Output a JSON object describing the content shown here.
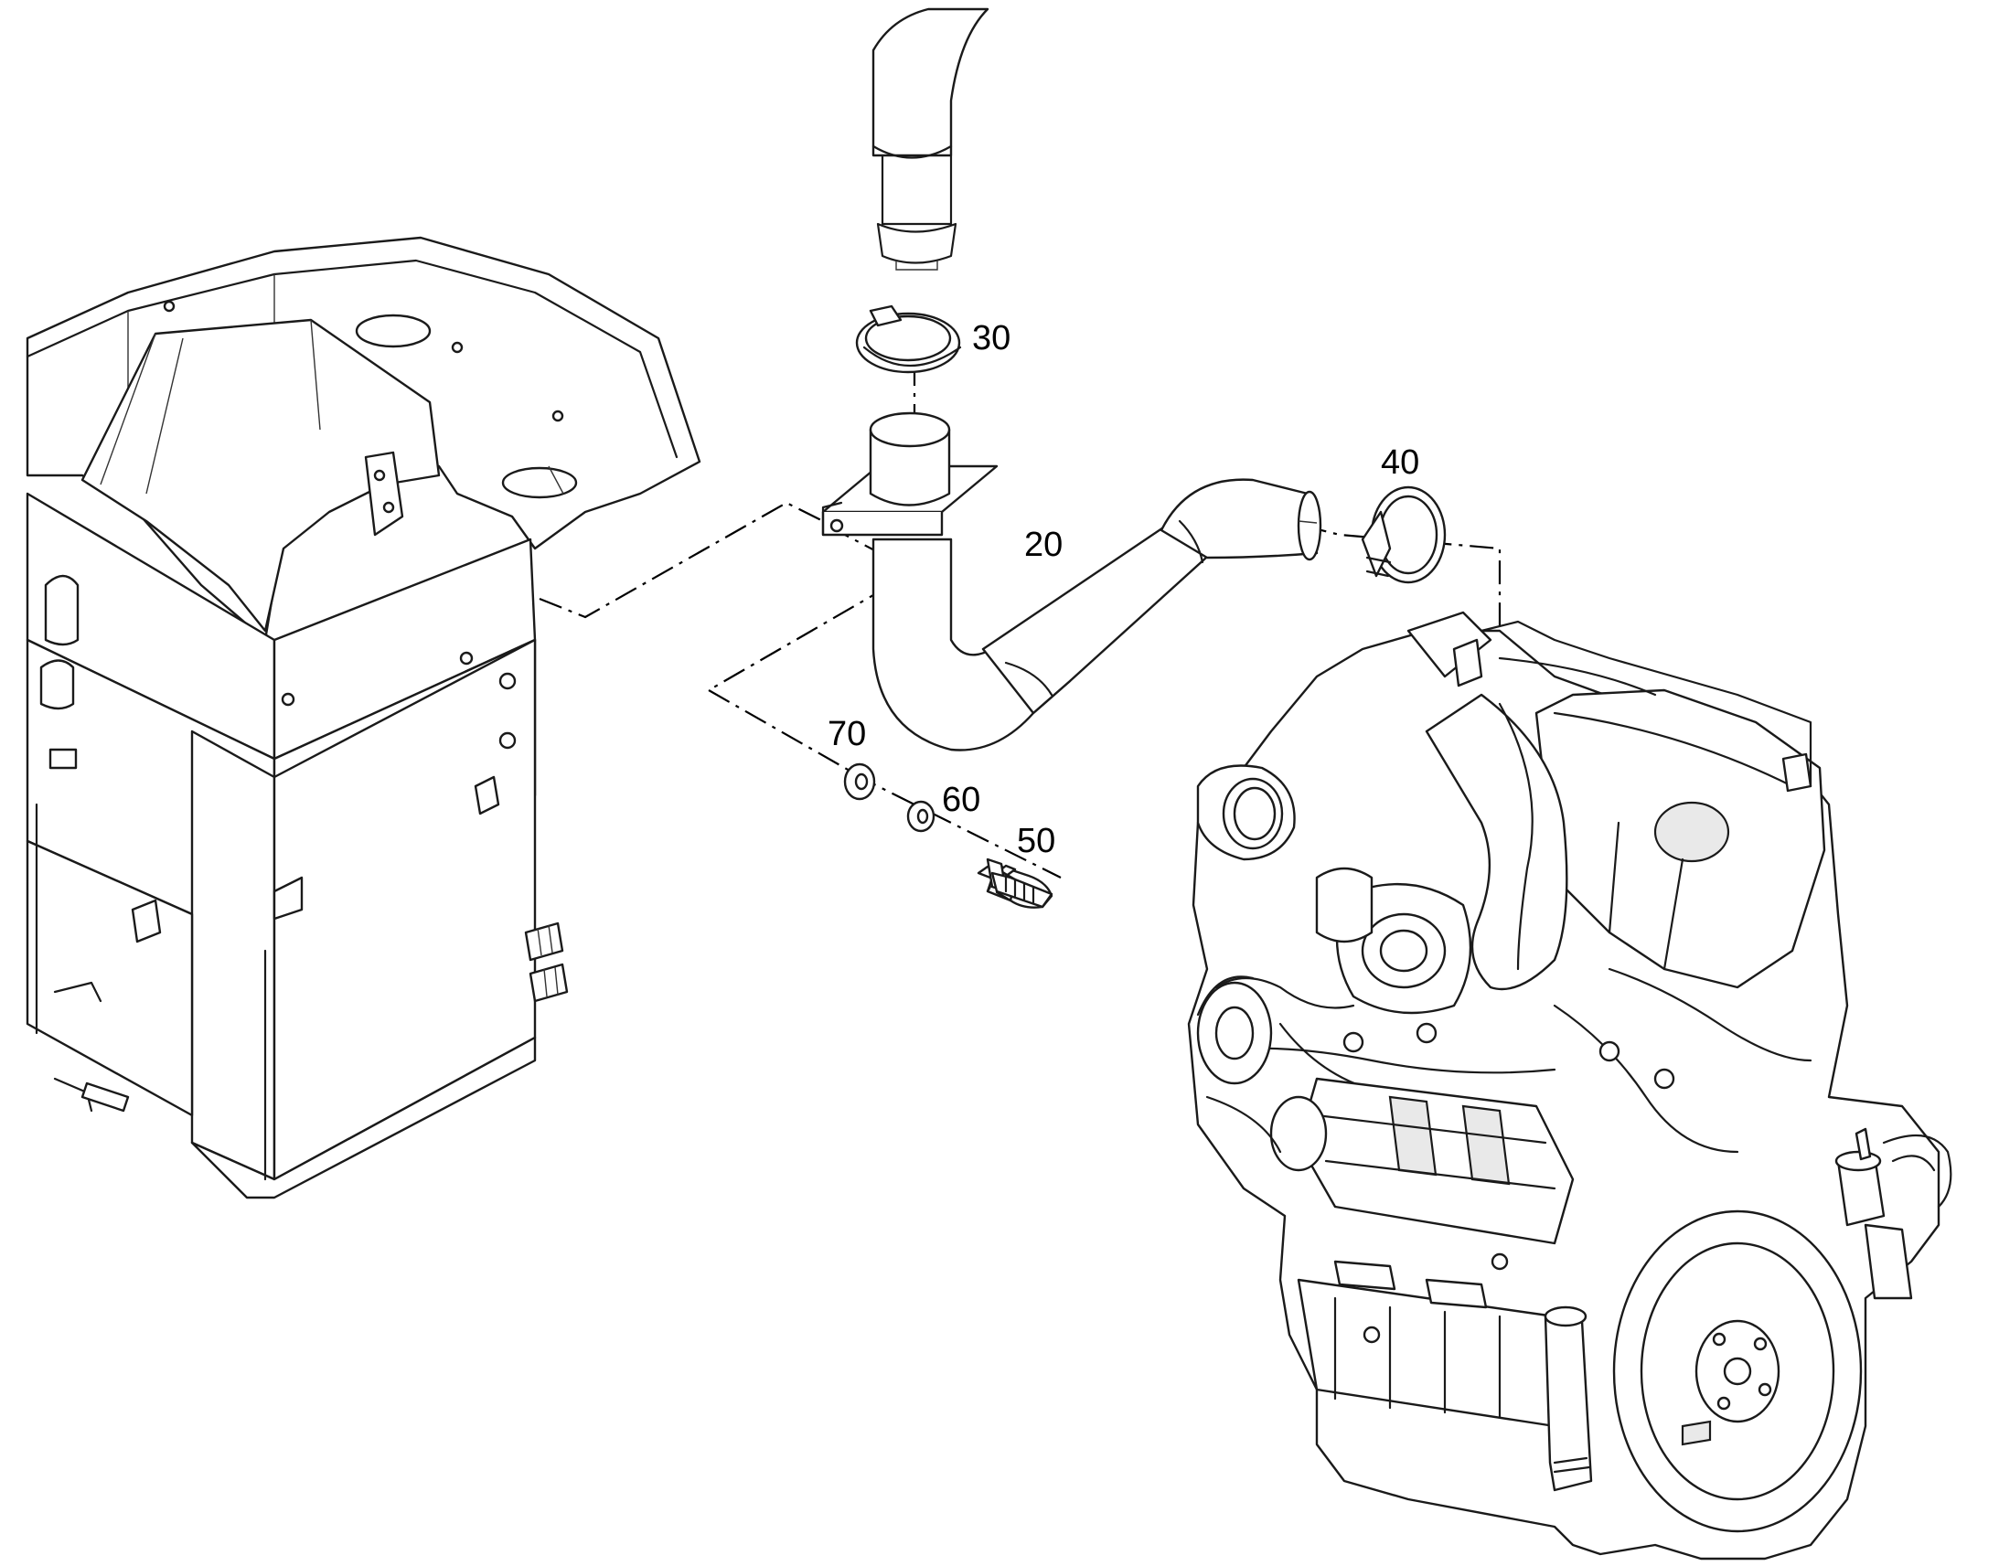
{
  "callouts": {
    "p20": "20",
    "p30": "30",
    "p40": "40",
    "p50": "50",
    "p60": "60",
    "p70": "70"
  },
  "colors": {
    "line": "#1a1a1a",
    "background": "#ffffff"
  }
}
